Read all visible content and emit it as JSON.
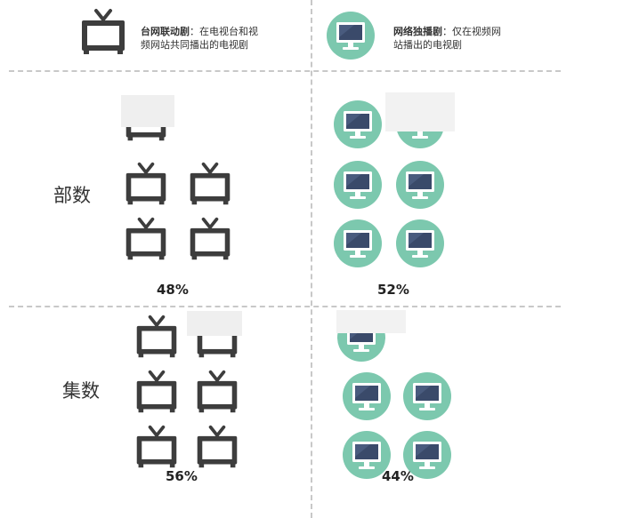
{
  "legend": {
    "tv": {
      "title": "台网联动剧",
      "desc_line1": "：在电视台和视",
      "desc_line2": "频网站共同播出的电视剧",
      "icon": "tv-icon"
    },
    "web": {
      "title": "网络独播剧",
      "desc_line1": "：仅在视频网",
      "desc_line2": "站播出的电视剧",
      "icon": "monitor-icon"
    }
  },
  "colors": {
    "tv_icon": "#3d3d3d",
    "web_circle": "#7cc8ae",
    "web_screen": "#3a4a6a",
    "divider": "#c8c8c8"
  },
  "rows": [
    {
      "label": "部数",
      "tv_percent": "48%",
      "web_percent": "52%"
    },
    {
      "label": "集数",
      "tv_percent": "56%",
      "web_percent": "44%"
    }
  ],
  "chart_data": {
    "type": "icon-array",
    "categories": [
      "部数",
      "集数"
    ],
    "series": [
      {
        "name": "台网联动剧",
        "values": [
          48,
          56
        ]
      },
      {
        "name": "网络独播剧",
        "values": [
          52,
          44
        ]
      }
    ],
    "unit": "%"
  }
}
